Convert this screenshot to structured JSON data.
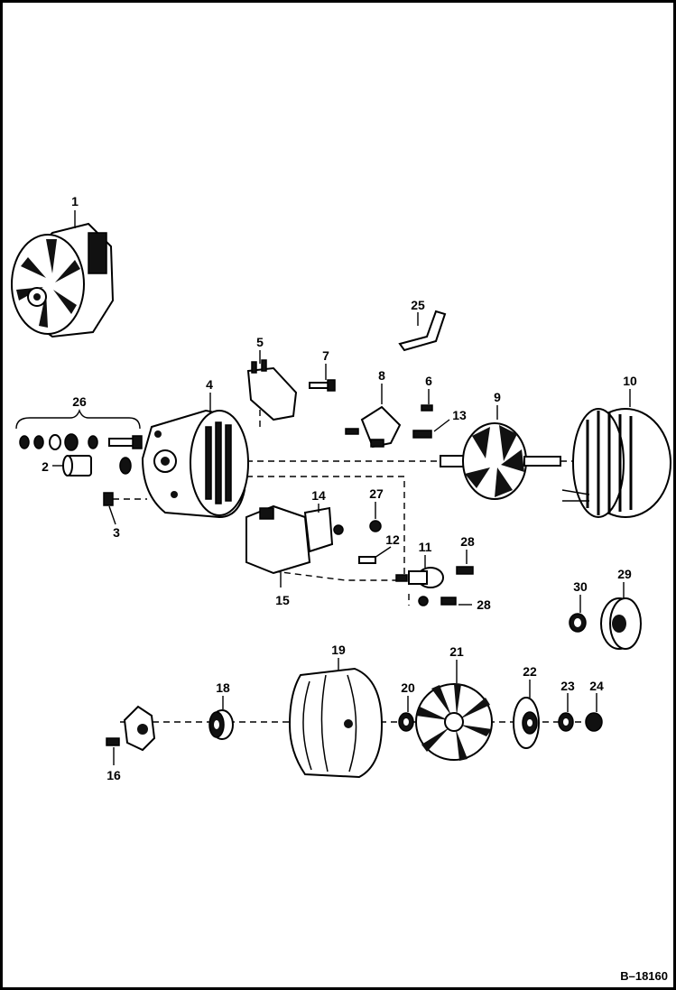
{
  "figure_ref": "B–18160",
  "callouts": [
    {
      "label": "1"
    },
    {
      "label": "2"
    },
    {
      "label": "3"
    },
    {
      "label": "4"
    },
    {
      "label": "5"
    },
    {
      "label": "6"
    },
    {
      "label": "7"
    },
    {
      "label": "8"
    },
    {
      "label": "9"
    },
    {
      "label": "10"
    },
    {
      "label": "11"
    },
    {
      "label": "12"
    },
    {
      "label": "13"
    },
    {
      "label": "14"
    },
    {
      "label": "15"
    },
    {
      "label": "16"
    },
    {
      "label": "18"
    },
    {
      "label": "19"
    },
    {
      "label": "20"
    },
    {
      "label": "21"
    },
    {
      "label": "22"
    },
    {
      "label": "23"
    },
    {
      "label": "24"
    },
    {
      "label": "25"
    },
    {
      "label": "26"
    },
    {
      "label": "27"
    },
    {
      "label": "28"
    },
    {
      "label": "28"
    },
    {
      "label": "29"
    },
    {
      "label": "30"
    }
  ]
}
